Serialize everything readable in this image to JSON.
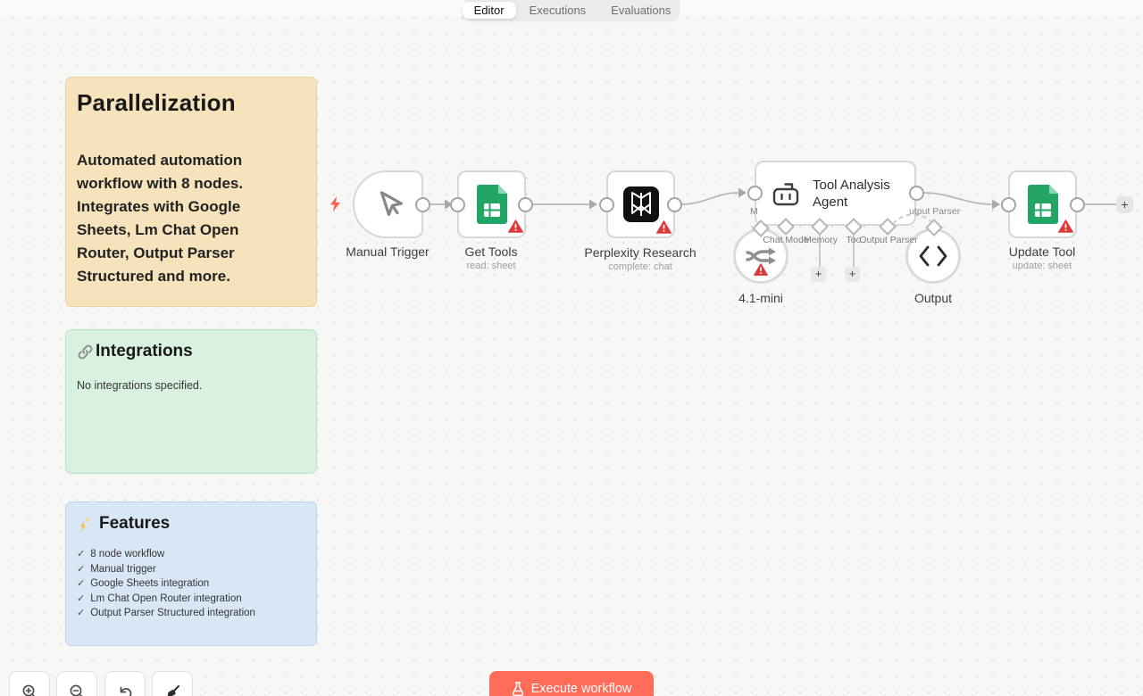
{
  "tabs": {
    "editor": "Editor",
    "executions": "Executions",
    "evaluations": "Evaluations"
  },
  "stickies": {
    "overview": {
      "title": "Parallelization",
      "body": "Automated automation workflow with 8 nodes. Integrates with Google Sheets, Lm Chat Open Router, Output Parser Structured and more."
    },
    "integrations": {
      "title": "Integrations",
      "body": "No integrations specified."
    },
    "features": {
      "title": "Features",
      "check": "✓",
      "items": [
        "8 node workflow",
        "Manual trigger",
        "Google Sheets integration",
        "Lm Chat Open Router integration",
        "Output Parser Structured integration"
      ]
    }
  },
  "workflow": {
    "nodes": {
      "manual_trigger": {
        "label": "Manual Trigger"
      },
      "get_tools": {
        "label": "Get Tools",
        "subtitle": "read: sheet"
      },
      "perplexity": {
        "label": "Perplexity Research",
        "subtitle": "complete: chat"
      },
      "agent": {
        "label": "Tool Analysis Agent"
      },
      "chat_model": {
        "label": "4.1-mini"
      },
      "output": {
        "label": "Output"
      },
      "update_tool": {
        "label": "Update Tool",
        "subtitle": "update: sheet"
      }
    },
    "connectors": {
      "c1": "Chat Mode",
      "c2": "Memory",
      "c3": "Too",
      "c4": "Output Parser",
      "left": "M",
      "right": "utput Parser"
    },
    "plus": "+"
  },
  "footer": {
    "execute": "Execute workflow"
  },
  "colors": {
    "accent": "#ff6d5a",
    "warning": "#dd3b3b",
    "sheets_green": "#23a566",
    "sticky_tan": "#f6e3bc",
    "sticky_green": "#d9f1e0",
    "sticky_blue": "#d8e7f5"
  }
}
